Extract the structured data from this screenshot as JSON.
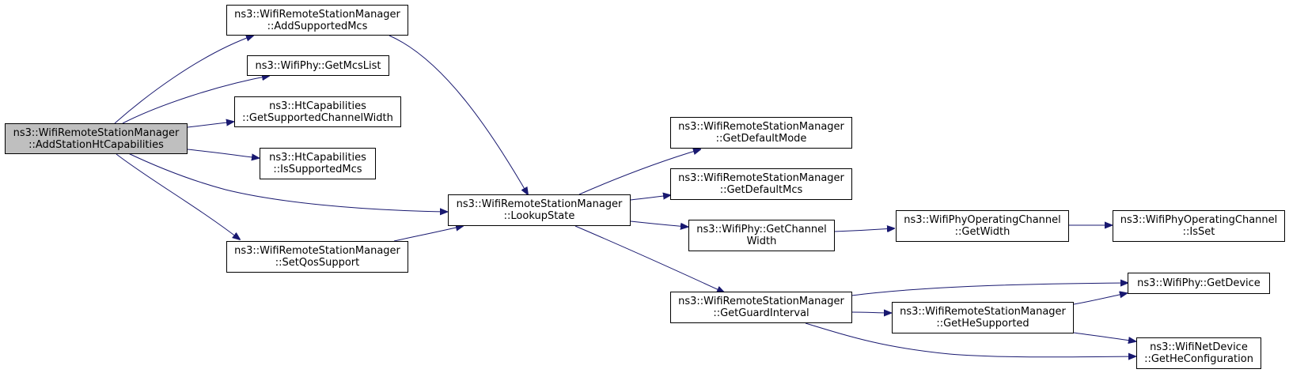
{
  "colors": {
    "edge": "#191970",
    "root_fill": "#bfbfbf",
    "node_fill": "#ffffff",
    "node_border": "#000000"
  },
  "nodes": {
    "root": {
      "line1": "ns3::WifiRemoteStationManager",
      "line2": "::AddStationHtCapabilities"
    },
    "add_supported_mcs": {
      "line1": "ns3::WifiRemoteStationManager",
      "line2": "::AddSupportedMcs"
    },
    "get_mcs_list": {
      "line1": "ns3::WifiPhy::GetMcsList"
    },
    "get_supported_channel_width": {
      "line1": "ns3::HtCapabilities",
      "line2": "::GetSupportedChannelWidth"
    },
    "is_supported_mcs": {
      "line1": "ns3::HtCapabilities",
      "line2": "::IsSupportedMcs"
    },
    "set_qos_support": {
      "line1": "ns3::WifiRemoteStationManager",
      "line2": "::SetQosSupport"
    },
    "lookup_state": {
      "line1": "ns3::WifiRemoteStationManager",
      "line2": "::LookupState"
    },
    "get_default_mode": {
      "line1": "ns3::WifiRemoteStationManager",
      "line2": "::GetDefaultMode"
    },
    "get_default_mcs": {
      "line1": "ns3::WifiRemoteStationManager",
      "line2": "::GetDefaultMcs"
    },
    "get_channel_width": {
      "line1": "ns3::WifiPhy::GetChannel",
      "line2": "Width"
    },
    "get_guard_interval": {
      "line1": "ns3::WifiRemoteStationManager",
      "line2": "::GetGuardInterval"
    },
    "get_width": {
      "line1": "ns3::WifiPhyOperatingChannel",
      "line2": "::GetWidth"
    },
    "is_set": {
      "line1": "ns3::WifiPhyOperatingChannel",
      "line2": "::IsSet"
    },
    "get_he_supported": {
      "line1": "ns3::WifiRemoteStationManager",
      "line2": "::GetHeSupported"
    },
    "get_device": {
      "line1": "ns3::WifiPhy::GetDevice"
    },
    "get_he_configuration": {
      "line1": "ns3::WifiNetDevice",
      "line2": "::GetHeConfiguration"
    }
  }
}
